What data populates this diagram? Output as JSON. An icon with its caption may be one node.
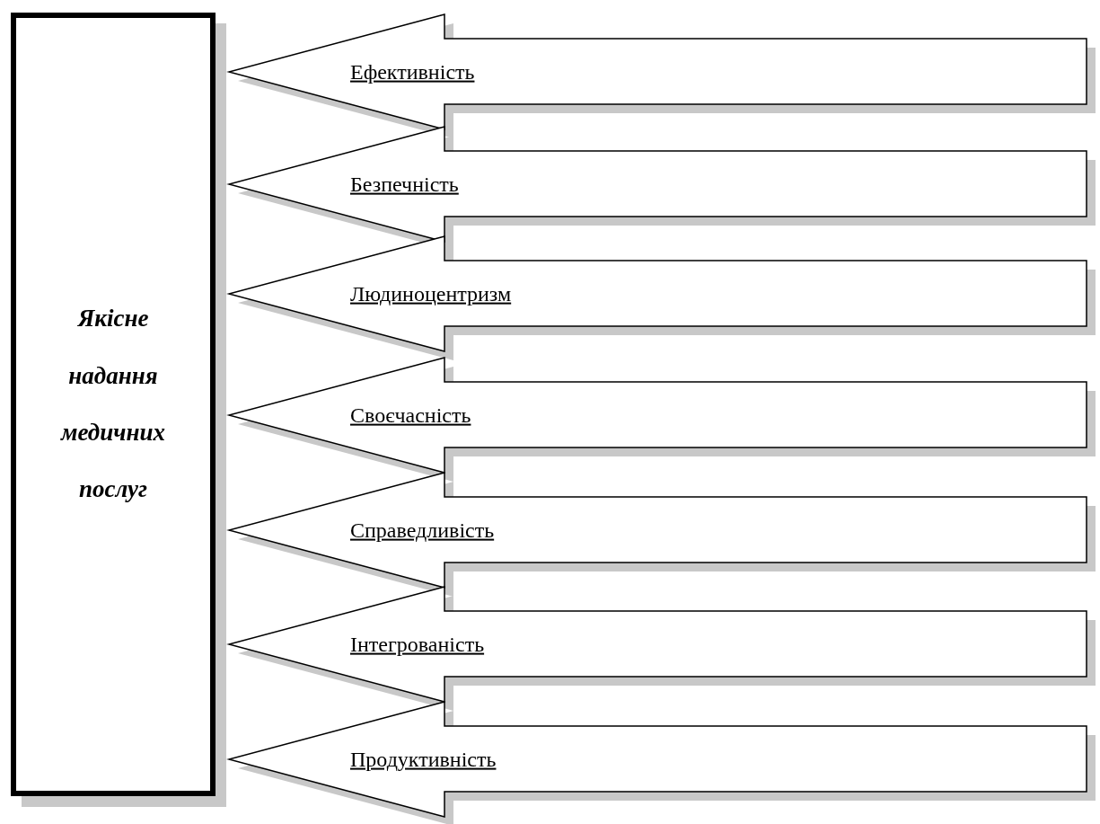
{
  "diagram": {
    "nodes": [
      {
        "text": [
          "Якісне надання медичних послуг"
        ]
      },
      {
        "text": [
          "Ефективність"
        ]
      },
      {
        "text": [
          "Безпечність"
        ]
      },
      {
        "text": [
          "Людиноцентризм"
        ]
      },
      {
        "text": [
          "Своєчасність"
        ]
      },
      {
        "text": [
          "Справедливість"
        ]
      },
      {
        "text": [
          "Інтегрованість"
        ]
      },
      {
        "text": [
          "Продуктивність"
        ]
      }
    ]
  }
}
